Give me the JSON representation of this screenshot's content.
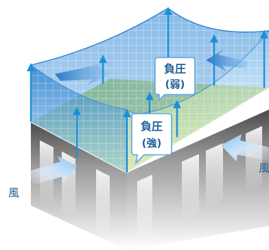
{
  "labels": {
    "wind_left": "風",
    "wind_right": "風",
    "weak_title": "負圧",
    "weak_sub": "(弱)",
    "strong_title": "負圧",
    "strong_sub": "(強)"
  },
  "colors": {
    "wall_top": "#5a5a5a",
    "wall_bottom": "#ffffff",
    "roof_green": "#b7d47a",
    "roof_yellow": "#e8ef9c",
    "membrane_blue": "#2e86d1",
    "arrow_blue": "#1a8fd8",
    "wind_arrow_light": "#ddeefb",
    "wind_arrow_dark": "#7ab9ea",
    "callout_border": "#5aa7e0",
    "label_text": "#1f5f99"
  }
}
